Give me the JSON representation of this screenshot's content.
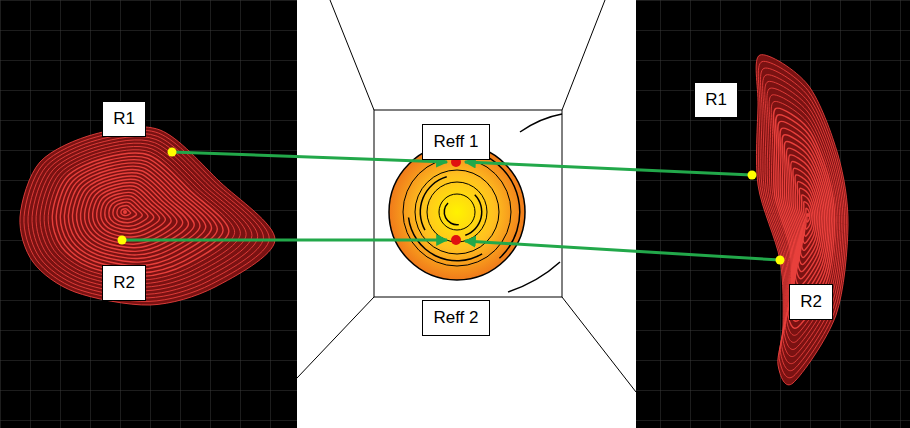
{
  "diagram": {
    "nodes": [
      {
        "text": [
          "R1"
        ]
      },
      {
        "text": [
          "R2"
        ]
      },
      {
        "text": [
          "Reff 1"
        ]
      },
      {
        "text": [
          "Reff 2"
        ]
      },
      {
        "text": [
          "R1"
        ]
      },
      {
        "text": [
          "R2"
        ]
      }
    ]
  }
}
